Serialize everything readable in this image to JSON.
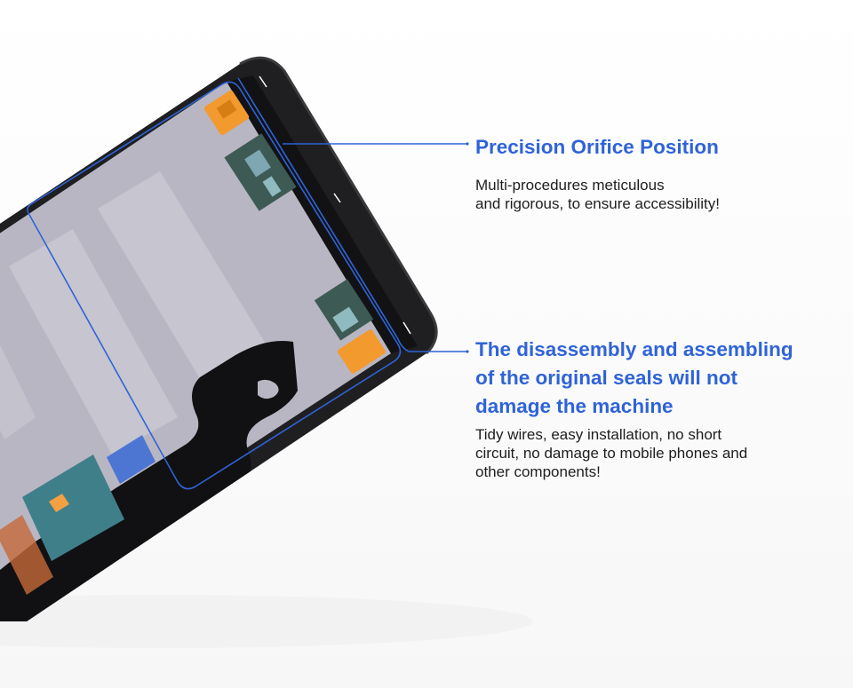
{
  "accent_color": "#2f63d8",
  "callouts": [
    {
      "title_lines": [
        "Precision Orifice Position"
      ],
      "description_lines": [
        "Multi-procedures meticulous",
        "and rigorous, to ensure accessibility!"
      ]
    },
    {
      "title_lines": [
        "The disassembly and assembling",
        "of the original seals will not",
        "damage the machine"
      ],
      "description_lines": [
        "Tidy wires, easy installation, no short",
        "circuit, no damage to mobile phones and",
        "other components!"
      ]
    }
  ]
}
